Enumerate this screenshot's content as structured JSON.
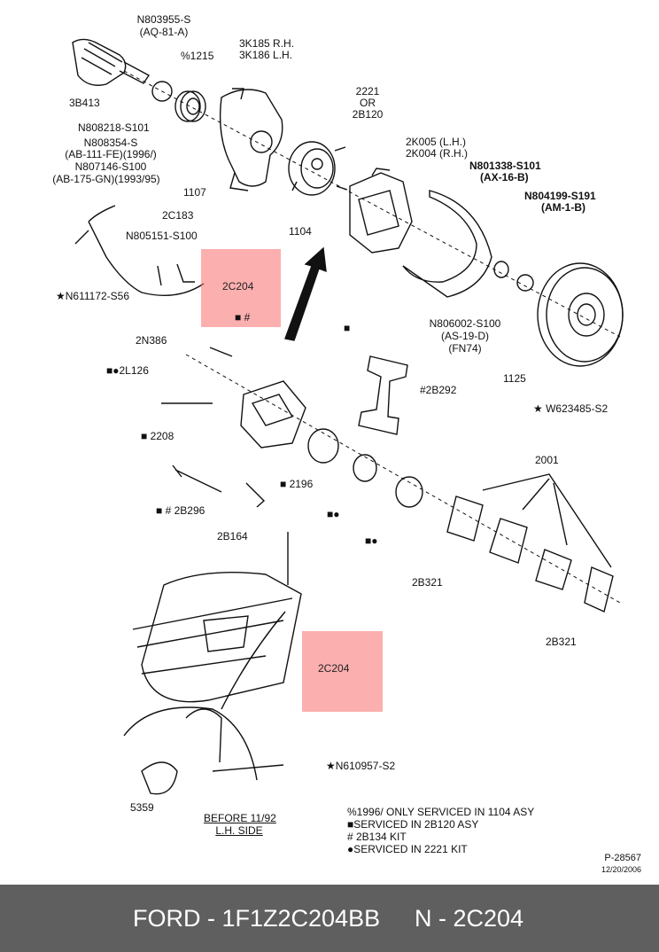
{
  "labels": {
    "n803955": "N803955-S",
    "aq81a": "(AQ-81-A)",
    "p1215": "%1215",
    "k3185": "3K185 R.H.",
    "k3186": "3K186 L.H.",
    "b3413": "3B413",
    "c2221": "2221",
    "or": "OR",
    "b2120": "2B120",
    "n808218": "N808218-S101",
    "n808354": "N808354-S",
    "ab111": "(AB-111-FE)(1996/)",
    "n807146": "N807146-S100",
    "ab175": "(AB-175-GN)(1993/95)",
    "k2005": "2K005 (L.H.)",
    "k2004": "2K004 (R.H.)",
    "n801338": "N801338-S101",
    "ax16b": "(AX-16-B)",
    "n804199": "N804199-S191",
    "am1b": "(AM-1-B)",
    "p1107": "1107",
    "c2183": "2C183",
    "p1104": "1104",
    "n805151": "N805151-S100",
    "n611172": "★N611172-S56",
    "c2204a": "2C204",
    "sq_hash": "■ #",
    "n806002": "N806002-S100",
    "as19d": "(AS-19-D)",
    "fn74": "(FN74)",
    "n386": "2N386",
    "sq": "■",
    "l126": "■●2L126",
    "p1125": "1125",
    "w623485": "★ W623485-S2",
    "b292": "#2B292",
    "p2208": "■ 2208",
    "p2001": "2001",
    "p2196": "■ 2196",
    "b296": "■ # 2B296",
    "sqdot1": "■●",
    "sqdot2": "■●",
    "b164": "2B164",
    "b321a": "2B321",
    "b321b": "2B321",
    "c2204b": "2C204",
    "n610957": "★N610957-S2",
    "p5359": "5359",
    "before": "BEFORE 11/92",
    "lhside": "L.H. SIDE",
    "doc_no": "P-28567",
    "doc_date": "12/20/2006"
  },
  "legend": [
    "%1996/ ONLY SERVICED IN 1104 ASY",
    "■SERVICED IN 2B120 ASY",
    "# 2B134 KIT",
    "●SERVICED IN 2221 KIT"
  ],
  "colors": {
    "highlight": "#f87070",
    "footer_bg": "#5f5f5f",
    "footer_text": "#ffffff"
  },
  "footer": {
    "brand_part": "FORD - 1F1Z2C204BB",
    "ref": "N - 2C204"
  }
}
